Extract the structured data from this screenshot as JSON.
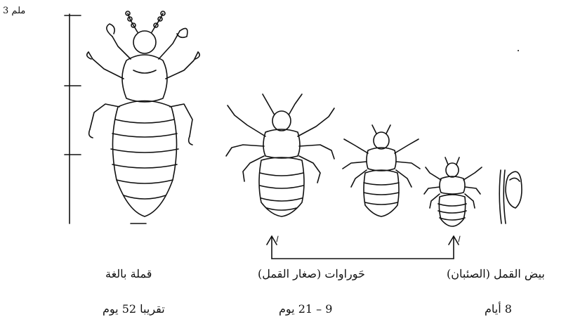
{
  "scale": {
    "label": "ملم 3"
  },
  "stages": [
    {
      "name": "قملة بالغة",
      "duration": "تقريبا 52 يوم"
    },
    {
      "name": "حَوراوات (صغار القمل)",
      "duration": "9 – 21 يوم"
    },
    {
      "name": "بيض القمل (الصئبان)",
      "duration": "8 أيام"
    }
  ]
}
